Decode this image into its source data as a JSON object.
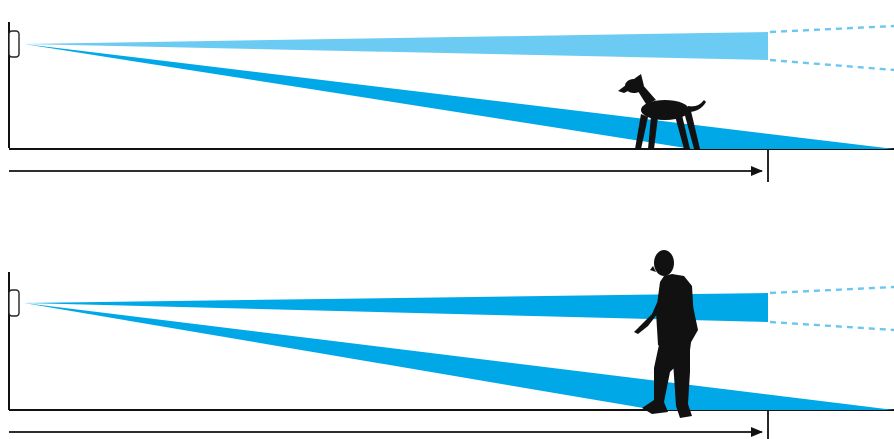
{
  "colors": {
    "upper_beam": "#6bcbf3",
    "lower_beam": "#00a8e8",
    "dashed_extension": "#6cc7ef",
    "silhouette": "#111111",
    "lines": "#111111"
  },
  "panels": [
    {
      "name": "pet-immunity-panel",
      "subject": "dog-silhouette"
    },
    {
      "name": "human-detection-panel",
      "subject": "person-silhouette"
    }
  ]
}
